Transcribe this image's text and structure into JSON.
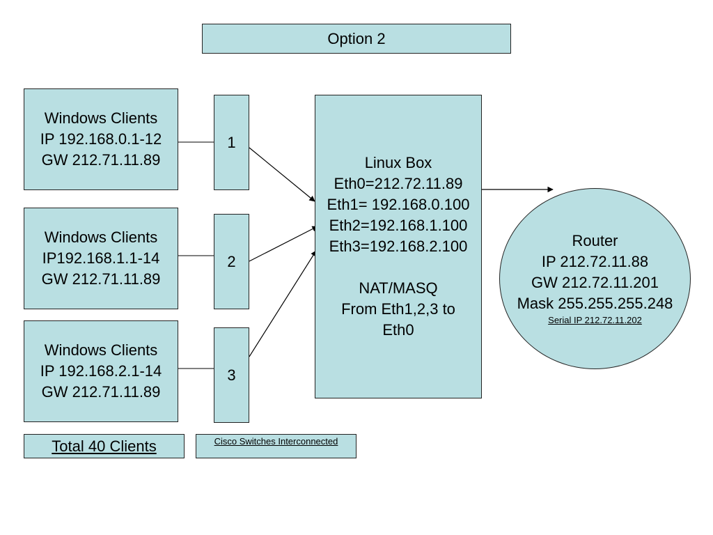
{
  "title": "Option 2",
  "client_groups": [
    {
      "line1": "Windows Clients",
      "line2": "IP 192.168.0.1-12",
      "line3": "GW 212.71.11.89"
    },
    {
      "line1": "Windows Clients",
      "line2": "IP192.168.1.1-14",
      "line3": "GW 212.71.11.89"
    },
    {
      "line1": "Windows Clients",
      "line2": "IP 192.168.2.1-14",
      "line3": "GW 212.71.11.89"
    }
  ],
  "switches": [
    "1",
    "2",
    "3"
  ],
  "linux_box": {
    "name": "Linux Box",
    "eth0": "Eth0=212.72.11.89",
    "eth1": "Eth1= 192.168.0.100",
    "eth2": "Eth2=192.168.1.100",
    "eth3": "Eth3=192.168.2.100",
    "nat_line1": "NAT/MASQ",
    "nat_line2": "From Eth1,2,3 to",
    "nat_line3": "Eth0"
  },
  "router": {
    "name": "Router",
    "ip": "IP 212.72.11.88",
    "gw": "GW 212.72.11.201",
    "mask": "Mask 255.255.255.248",
    "serial": "Serial IP 212.72.11.202"
  },
  "footer": {
    "total": "Total 40 Clients",
    "switches_note": "Cisco Switches Interconnected"
  },
  "colors": {
    "fill": "#b9dfe2",
    "stroke": "#222222"
  }
}
